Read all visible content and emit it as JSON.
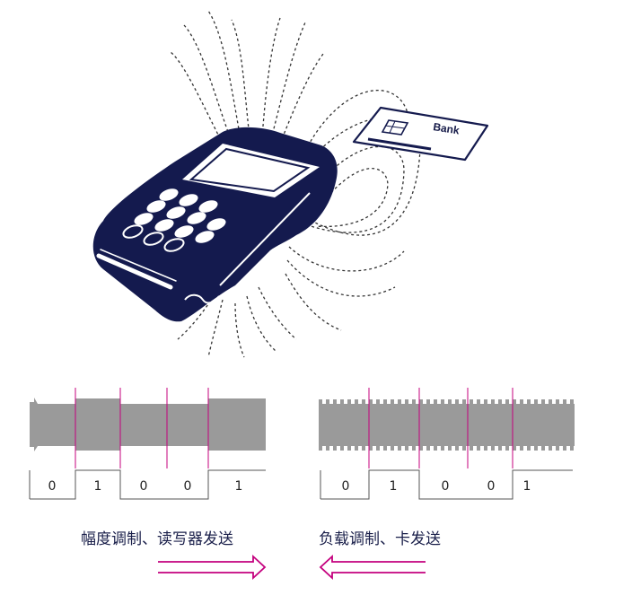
{
  "card": {
    "label": "Bank"
  },
  "left_panel": {
    "bits": [
      "0",
      "1",
      "0",
      "0",
      "1"
    ],
    "caption": "幅度调制、读写器发送"
  },
  "right_panel": {
    "bits": [
      "0",
      "1",
      "0",
      "0",
      "1"
    ],
    "caption": "负载调制、卡发送"
  },
  "colors": {
    "terminal": "#141a4e",
    "signal": "#9a9a9a",
    "marker": "#c4007e",
    "field_lines": "#333333"
  }
}
